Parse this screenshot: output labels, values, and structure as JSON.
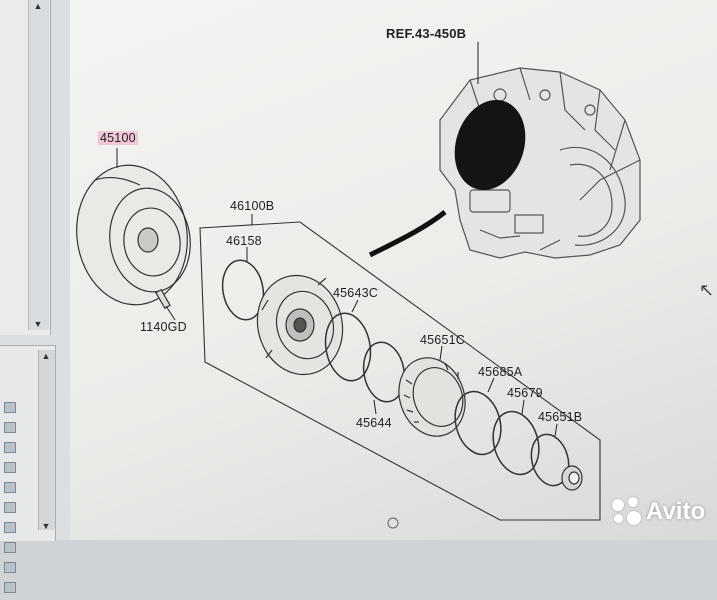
{
  "diagram": {
    "ref_label": "REF.43-450B",
    "parts": [
      {
        "id": "45100",
        "highlight": true
      },
      {
        "id": "46100B"
      },
      {
        "id": "46158"
      },
      {
        "id": "1140GD"
      },
      {
        "id": "45643C"
      },
      {
        "id": "45651C"
      },
      {
        "id": "45644"
      },
      {
        "id": "45685A"
      },
      {
        "id": "45679"
      },
      {
        "id": "45651B"
      }
    ]
  },
  "watermark": {
    "text": "Avito"
  },
  "colors": {
    "highlight": "#f3c6d8",
    "ink": "#222222",
    "paper": "#f1f1ef"
  }
}
